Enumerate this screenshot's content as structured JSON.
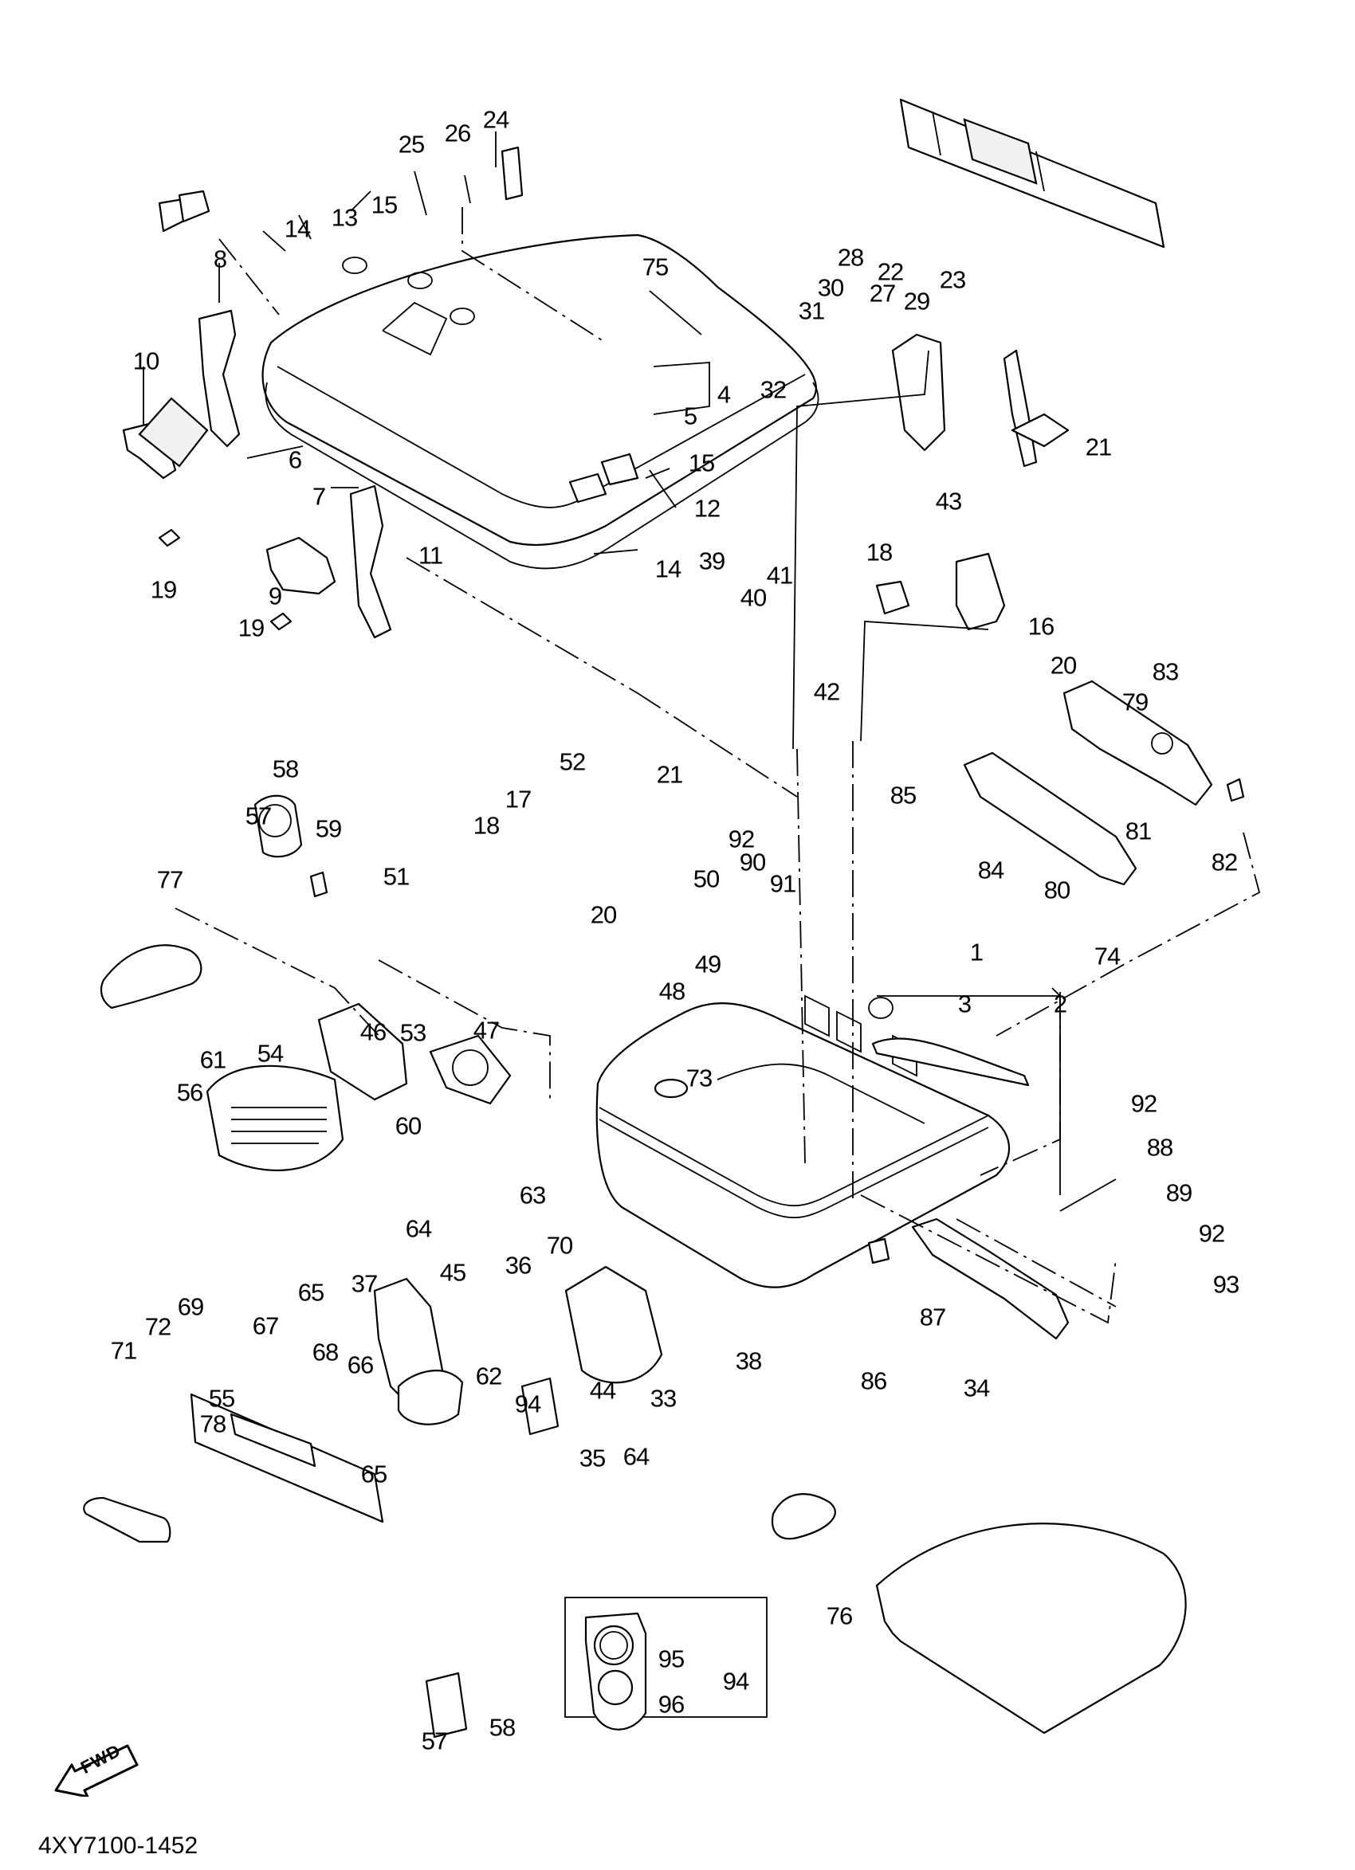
{
  "diagram": {
    "type": "exploded parts diagram",
    "subject": "rear top case (trunk) assembly",
    "code": "4XY7100-1452",
    "direction_indicator": {
      "icon": "fwd-arrow-icon",
      "label": "FWD"
    },
    "callouts": [
      {
        "id": "c1",
        "label": "1"
      },
      {
        "id": "c2",
        "label": "2"
      },
      {
        "id": "c3",
        "label": "3"
      },
      {
        "id": "c4",
        "label": "4"
      },
      {
        "id": "c5",
        "label": "5"
      },
      {
        "id": "c6",
        "label": "6"
      },
      {
        "id": "c7",
        "label": "7"
      },
      {
        "id": "c8",
        "label": "8"
      },
      {
        "id": "c9",
        "label": "9"
      },
      {
        "id": "c10",
        "label": "10"
      },
      {
        "id": "c11",
        "label": "11"
      },
      {
        "id": "c12",
        "label": "12"
      },
      {
        "id": "c13",
        "label": "13"
      },
      {
        "id": "c14a",
        "label": "14"
      },
      {
        "id": "c14b",
        "label": "14"
      },
      {
        "id": "c15a",
        "label": "15"
      },
      {
        "id": "c15b",
        "label": "15"
      },
      {
        "id": "c16",
        "label": "16"
      },
      {
        "id": "c17",
        "label": "17"
      },
      {
        "id": "c18a",
        "label": "18"
      },
      {
        "id": "c18b",
        "label": "18"
      },
      {
        "id": "c19a",
        "label": "19"
      },
      {
        "id": "c19b",
        "label": "19"
      },
      {
        "id": "c20a",
        "label": "20"
      },
      {
        "id": "c20b",
        "label": "20"
      },
      {
        "id": "c21a",
        "label": "21"
      },
      {
        "id": "c21b",
        "label": "21"
      },
      {
        "id": "c22",
        "label": "22"
      },
      {
        "id": "c23",
        "label": "23"
      },
      {
        "id": "c24",
        "label": "24"
      },
      {
        "id": "c25",
        "label": "25"
      },
      {
        "id": "c26",
        "label": "26"
      },
      {
        "id": "c27",
        "label": "27"
      },
      {
        "id": "c28",
        "label": "28"
      },
      {
        "id": "c29",
        "label": "29"
      },
      {
        "id": "c30",
        "label": "30"
      },
      {
        "id": "c31",
        "label": "31"
      },
      {
        "id": "c32",
        "label": "32"
      },
      {
        "id": "c33",
        "label": "33"
      },
      {
        "id": "c34",
        "label": "34"
      },
      {
        "id": "c35",
        "label": "35"
      },
      {
        "id": "c36",
        "label": "36"
      },
      {
        "id": "c37",
        "label": "37"
      },
      {
        "id": "c38",
        "label": "38"
      },
      {
        "id": "c39",
        "label": "39"
      },
      {
        "id": "c40",
        "label": "40"
      },
      {
        "id": "c41",
        "label": "41"
      },
      {
        "id": "c42",
        "label": "42"
      },
      {
        "id": "c43",
        "label": "43"
      },
      {
        "id": "c44",
        "label": "44"
      },
      {
        "id": "c45",
        "label": "45"
      },
      {
        "id": "c46",
        "label": "46"
      },
      {
        "id": "c47",
        "label": "47"
      },
      {
        "id": "c48",
        "label": "48"
      },
      {
        "id": "c49",
        "label": "49"
      },
      {
        "id": "c50",
        "label": "50"
      },
      {
        "id": "c51",
        "label": "51"
      },
      {
        "id": "c52",
        "label": "52"
      },
      {
        "id": "c53",
        "label": "53"
      },
      {
        "id": "c54",
        "label": "54"
      },
      {
        "id": "c55",
        "label": "55"
      },
      {
        "id": "c56",
        "label": "56"
      },
      {
        "id": "c57a",
        "label": "57"
      },
      {
        "id": "c57b",
        "label": "57"
      },
      {
        "id": "c58a",
        "label": "58"
      },
      {
        "id": "c58b",
        "label": "58"
      },
      {
        "id": "c59",
        "label": "59"
      },
      {
        "id": "c60",
        "label": "60"
      },
      {
        "id": "c61",
        "label": "61"
      },
      {
        "id": "c62",
        "label": "62"
      },
      {
        "id": "c63",
        "label": "63"
      },
      {
        "id": "c64a",
        "label": "64"
      },
      {
        "id": "c64b",
        "label": "64"
      },
      {
        "id": "c65a",
        "label": "65"
      },
      {
        "id": "c65b",
        "label": "65"
      },
      {
        "id": "c66",
        "label": "66"
      },
      {
        "id": "c67",
        "label": "67"
      },
      {
        "id": "c68",
        "label": "68"
      },
      {
        "id": "c69",
        "label": "69"
      },
      {
        "id": "c70",
        "label": "70"
      },
      {
        "id": "c71",
        "label": "71"
      },
      {
        "id": "c72",
        "label": "72"
      },
      {
        "id": "c73",
        "label": "73"
      },
      {
        "id": "c74",
        "label": "74"
      },
      {
        "id": "c75",
        "label": "75"
      },
      {
        "id": "c76",
        "label": "76"
      },
      {
        "id": "c77",
        "label": "77"
      },
      {
        "id": "c78",
        "label": "78"
      },
      {
        "id": "c79",
        "label": "79"
      },
      {
        "id": "c80",
        "label": "80"
      },
      {
        "id": "c81",
        "label": "81"
      },
      {
        "id": "c82",
        "label": "82"
      },
      {
        "id": "c83",
        "label": "83"
      },
      {
        "id": "c84",
        "label": "84"
      },
      {
        "id": "c85",
        "label": "85"
      },
      {
        "id": "c86",
        "label": "86"
      },
      {
        "id": "c87",
        "label": "87"
      },
      {
        "id": "c88",
        "label": "88"
      },
      {
        "id": "c89",
        "label": "89"
      },
      {
        "id": "c90",
        "label": "90"
      },
      {
        "id": "c91",
        "label": "91"
      },
      {
        "id": "c92a",
        "label": "92"
      },
      {
        "id": "c92b",
        "label": "92"
      },
      {
        "id": "c92c",
        "label": "92"
      },
      {
        "id": "c93",
        "label": "93"
      },
      {
        "id": "c94a",
        "label": "94"
      },
      {
        "id": "c94b",
        "label": "94"
      },
      {
        "id": "c95",
        "label": "95"
      },
      {
        "id": "c96",
        "label": "96"
      }
    ],
    "groupings": [
      {
        "parent": "1",
        "children": [
          "2",
          "3"
        ]
      },
      {
        "parent": "4",
        "children": [
          "5"
        ]
      },
      {
        "parent": "94",
        "children": [
          "95",
          "96"
        ]
      }
    ]
  }
}
